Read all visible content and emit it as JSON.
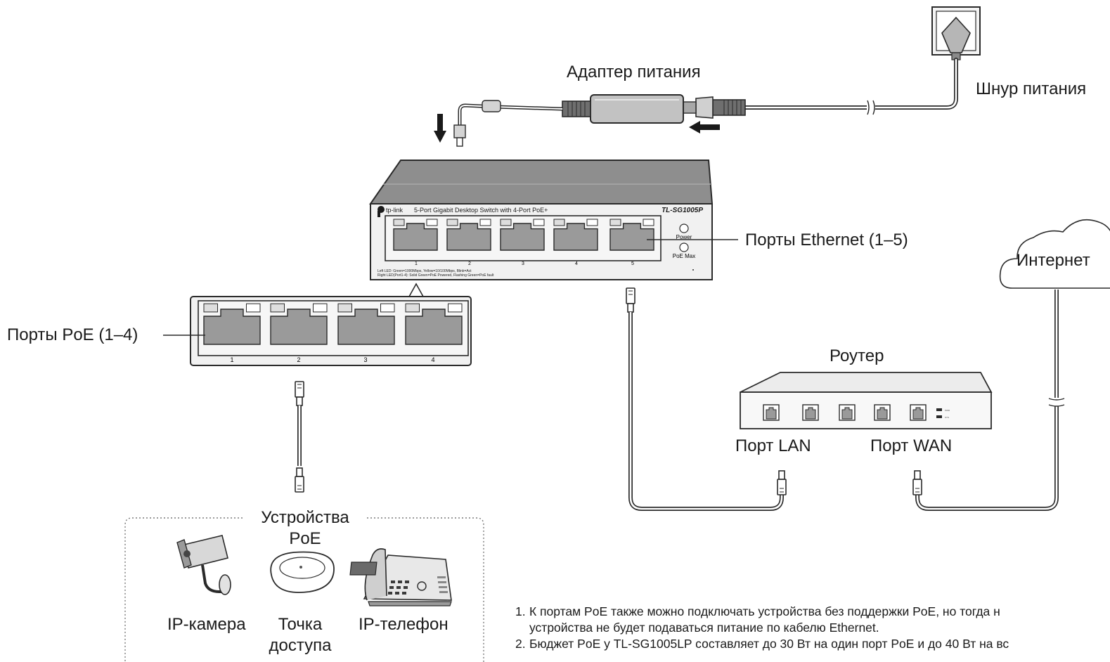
{
  "labels": {
    "power_adapter": "Адаптер питания",
    "power_cord": "Шнур питания",
    "ethernet_ports": "Порты Ethernet (1–5)",
    "poe_ports": "Порты PoE (1–4)",
    "internet": "Интернет",
    "router": "Роутер",
    "lan_port": "Порт LAN",
    "wan_port": "Порт WAN",
    "poe_devices_line1": "Устройства",
    "poe_devices_line2": "PoE",
    "ip_camera": "IP-камера",
    "access_point_line1": "Точка",
    "access_point_line2": "доступа",
    "ip_phone": "IP-телефон"
  },
  "switch_panel": {
    "brand": "tp-link",
    "description": "5-Port Gigabit Desktop Switch with 4-Port PoE+",
    "model": "TL-SG1005P",
    "port_numbers": [
      "1",
      "2",
      "3",
      "4",
      "5"
    ],
    "led_power": "Power",
    "led_poe_max": "PoE Max",
    "legend_left": "Left LED:  Green=1000Mbps, Yellow=10/100Mbps, Blink=Act",
    "legend_right": "Right LED(Port1-4):  Solid Green=PoE Powered, Flashing Green=PoE fault"
  },
  "zoom_port_numbers": [
    "1",
    "2",
    "3",
    "4"
  ],
  "router_leds": [
    "PWR",
    "SYS"
  ],
  "notes": [
    {
      "num": "1.",
      "line1": "К портам PoE также можно подключать устройства без поддержки PoE, но тогда н",
      "line2": "устройства не будет подаваться питание по кабелю Ethernet."
    },
    {
      "num": "2.",
      "line1": "Бюджет PoE у TL-SG1005LP составляет до 30 Вт на один порт PoE и до 40 Вт на вс"
    }
  ],
  "colors": {
    "outline": "#2a2a2a",
    "switch_top": "#8e8e8e",
    "switch_front": "#f1f1f1",
    "port_fill": "#9a9a9a",
    "led_fill": "#dedede",
    "router_top": "#ececec",
    "router_front": "#f8f8f8",
    "dotted_border": "#7a7a7a"
  }
}
